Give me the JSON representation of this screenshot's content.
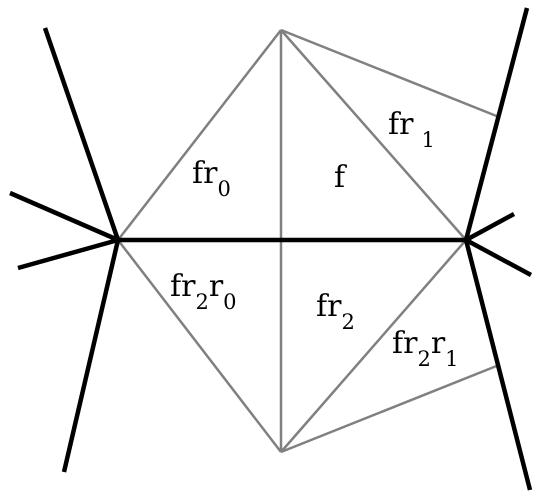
{
  "diagram": {
    "background": "#ffffff",
    "thick_line_color": "#000000",
    "thin_line_color": "#808080",
    "regions": [
      {
        "id": "fr0",
        "base": "fr",
        "sub": "0",
        "mid": "",
        "sub2": ""
      },
      {
        "id": "f",
        "base": "f",
        "sub": "",
        "mid": "",
        "sub2": ""
      },
      {
        "id": "fr1",
        "base": "fr",
        "sub": "1",
        "mid": "",
        "sub2": ""
      },
      {
        "id": "fr2r0",
        "base": "fr",
        "sub": "2",
        "mid": "r",
        "sub2": "0"
      },
      {
        "id": "fr2",
        "base": "fr",
        "sub": "2",
        "mid": "",
        "sub2": ""
      },
      {
        "id": "fr2r1",
        "base": "fr",
        "sub": "2",
        "mid": "r",
        "sub2": "1"
      }
    ]
  }
}
